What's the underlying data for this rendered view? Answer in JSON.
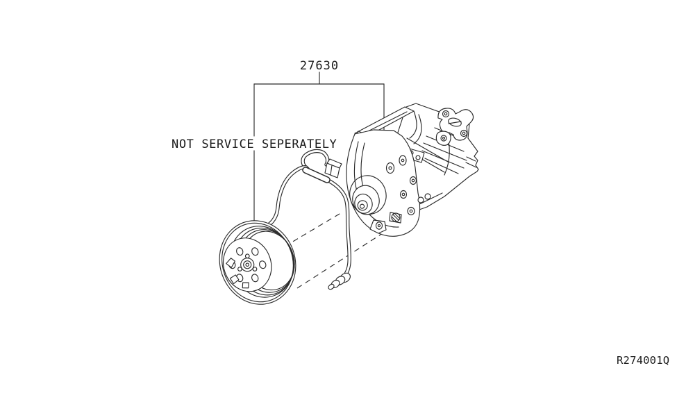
{
  "figure": {
    "part_number_callout": "27630",
    "service_note": "NOT SERVICE SEPERATELY",
    "reference_code": "R274001Q"
  },
  "style": {
    "background_color": "#ffffff",
    "line_color": "#2b2b2b",
    "text_color": "#1c1c1c",
    "dash_pattern": "8 6"
  }
}
